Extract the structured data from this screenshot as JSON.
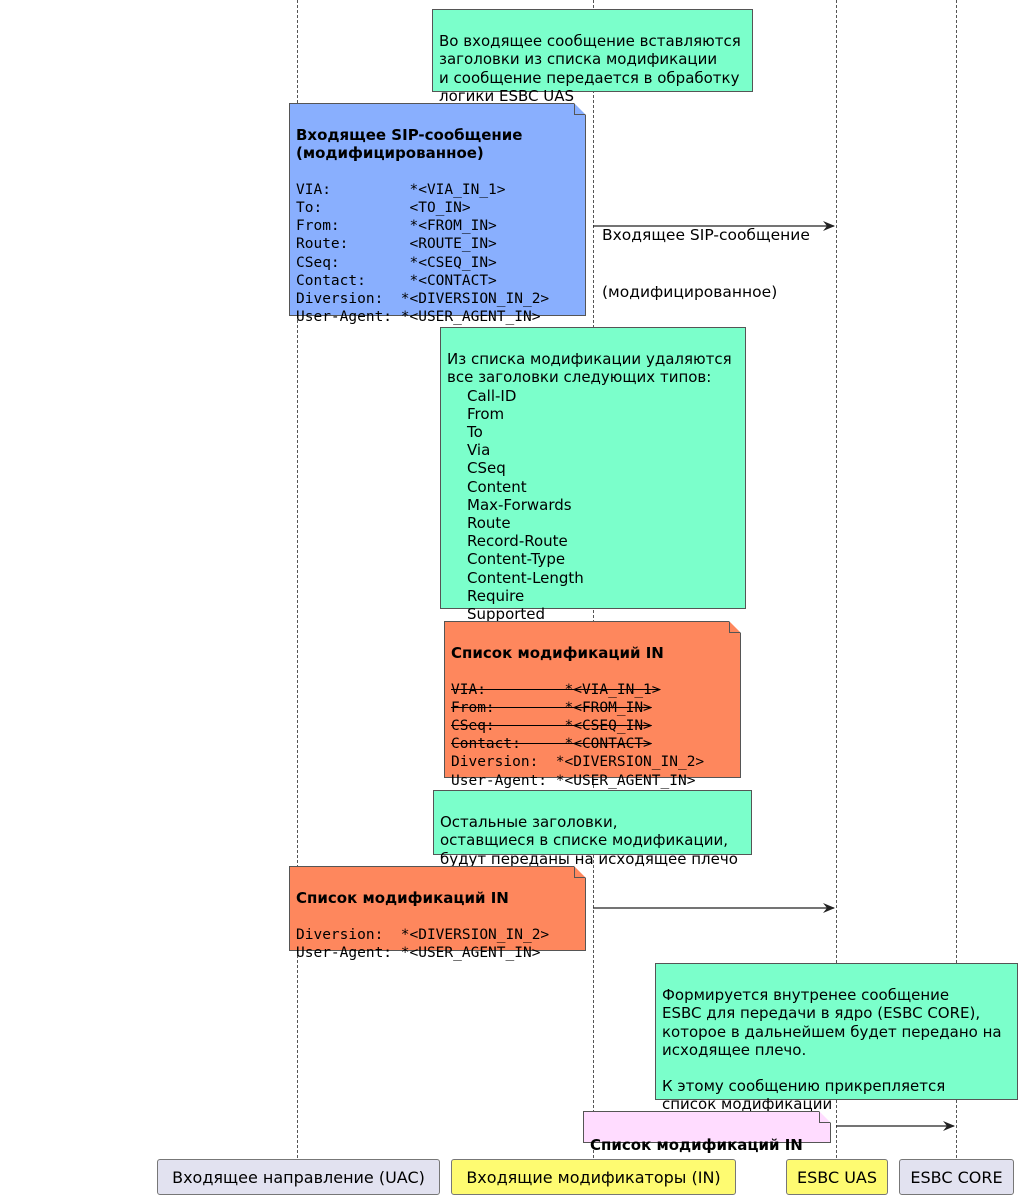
{
  "actors": [
    {
      "label": "Входящее направление (UAC)"
    },
    {
      "label": "Входящие модификаторы (IN)"
    },
    {
      "label": "ESBC UAS"
    },
    {
      "label": "ESBC CORE"
    }
  ],
  "notes": {
    "insert": [
      "Во входящее сообщение вставляются",
      "заголовки из списка модификации",
      "и сообщение передается в обработку",
      "логики ESBC UAS"
    ],
    "modified": {
      "title1": "Входящее SIP-сообщение",
      "title2": "(модифицированное)",
      "headers": [
        "VIA:         *<VIA_IN_1>",
        "To:          <TO_IN>",
        "From:        *<FROM_IN>",
        "Route:       <ROUTE_IN>",
        "CSeq:        *<CSEQ_IN>",
        "Contact:     *<CONTACT>",
        "Diversion:  *<DIVERSION_IN_2>",
        "User-Agent: *<USER_AGENT_IN>"
      ]
    },
    "removed": {
      "intro1": "Из списка модификации удаляются",
      "intro2": "все заголовки следующих типов:",
      "items": [
        "Call-ID",
        "From",
        "To",
        "Via",
        "CSeq",
        "Content",
        "Max-Forwards",
        "Route",
        "Record-Route",
        "Content-Type",
        "Content-Length",
        "Require",
        "Supported"
      ]
    },
    "modlist1": {
      "title": "Список модификаций IN",
      "struck": [
        "VIA:         *<VIA_IN_1>",
        "From:        *<FROM_IN>",
        "CSeq:        *<CSEQ_IN>",
        "Contact:     *<CONTACT>"
      ],
      "kept": [
        "Diversion:  *<DIVERSION_IN_2>",
        "User-Agent: *<USER_AGENT_IN>"
      ]
    },
    "remaining": [
      "Остальные заголовки,",
      "оставщиеся в списке модификации,",
      "будут переданы на исходящее плечо"
    ],
    "modlist2": {
      "title": "Список модификаций IN",
      "kept": [
        "Diversion:  *<DIVERSION_IN_2>",
        "User-Agent: *<USER_AGENT_IN>"
      ]
    },
    "internal": [
      "Формируется внутренее сообщение",
      "ESBC для передачи в ядро (ESBC CORE),",
      "которое в дальнейшем будет передано на",
      "исходящее плечо.",
      "",
      "К этому сообщению прикрепляется",
      "список модификации"
    ],
    "modlist3": {
      "title": "Список модификаций IN"
    }
  },
  "messages": {
    "m1_line1": "Входящее SIP-сообщение",
    "m1_line2": "(модифицированное)"
  },
  "colors": {
    "note_green": "#7bffcb",
    "note_blue": "#89affe",
    "note_orange": "#fe875d",
    "note_pink": "#ffdcff",
    "actor_gray": "#e2e2f0",
    "actor_yellow": "#fefb71"
  }
}
